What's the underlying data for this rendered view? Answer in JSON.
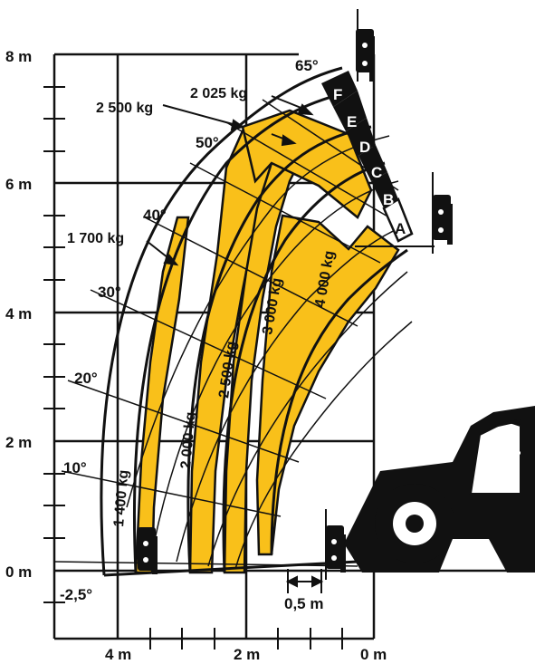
{
  "y_axis": {
    "labels": [
      "8 m",
      "6 m",
      "4 m",
      "2 m",
      "0 m"
    ]
  },
  "x_axis": {
    "labels": [
      "4 m",
      "2 m",
      "0 m"
    ]
  },
  "angles": [
    "65°",
    "50°",
    "40°",
    "30°",
    "20°",
    "10°",
    "-2,5°"
  ],
  "loads": {
    "l2025": "2 025 kg",
    "l2500_top": "2 500 kg",
    "l1700": "1 700 kg",
    "l3000": "3 000 kg",
    "l4000": "4 000 kg",
    "l2500_mid": "2 500 kg",
    "l2000": "2 000 kg",
    "l1400": "1 400 kg"
  },
  "zones": [
    "F",
    "E",
    "D",
    "C",
    "B",
    "A"
  ],
  "dimension": {
    "label": "0,5 m"
  },
  "colors": {
    "zone_fill": "#f9c01a",
    "line": "#111111",
    "background": "#ffffff"
  }
}
